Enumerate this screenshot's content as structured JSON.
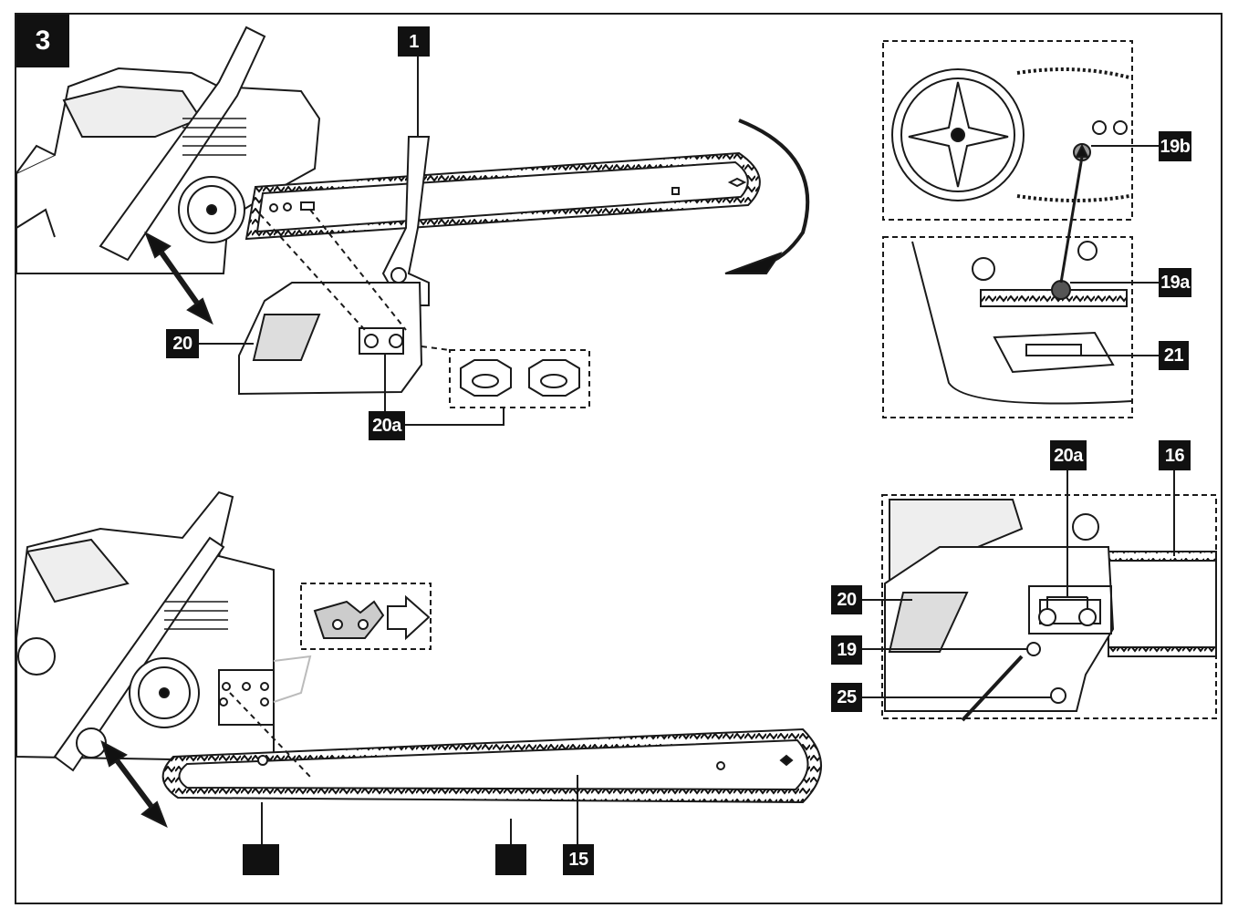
{
  "figure_number": "3",
  "labels": {
    "l1": "1",
    "l19b": "19b",
    "l19a": "19a",
    "l20_top": "20",
    "l21": "21",
    "l20a_top": "20a",
    "l20a_right": "20a",
    "l16": "16",
    "l20_right": "20",
    "l19": "19",
    "l25": "25",
    "l15": "15",
    "blank_a": "",
    "blank_b": ""
  },
  "colors": {
    "ink": "#111111",
    "line": "#1a1a1a",
    "bg": "#ffffff",
    "shade": "#d8d8d8"
  }
}
